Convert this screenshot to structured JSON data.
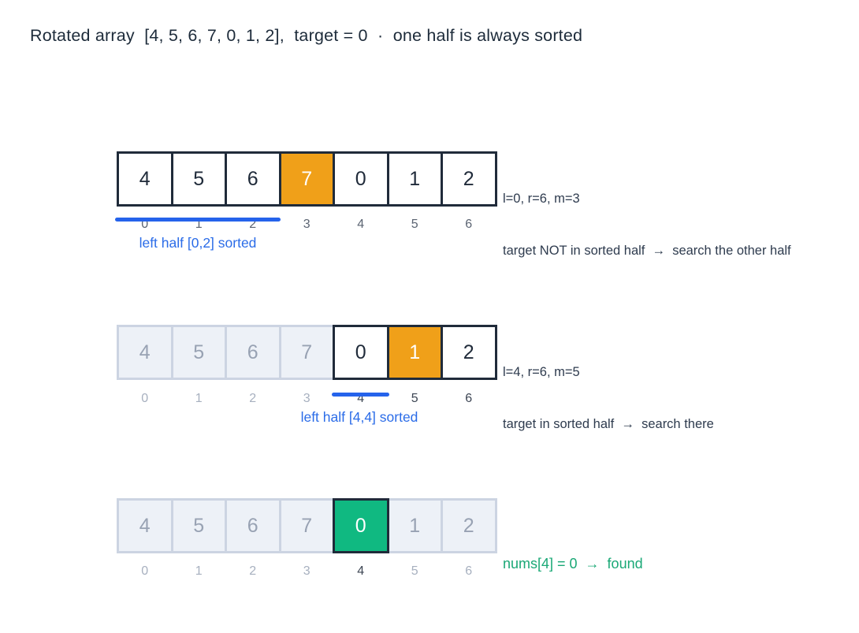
{
  "title": "Rotated array  [4, 5, 6, 7, 0, 1, 2],  target = 0  ·  one half is always sorted",
  "array": [
    4,
    5,
    6,
    7,
    0,
    1,
    2
  ],
  "target": "0",
  "colors": {
    "highlight_orange": "#f0a019",
    "highlight_green": "#10b981",
    "range_line_blue": "#2563eb",
    "range_label_blue": "#2b6ce8",
    "cell_border_dark": "#202b3a",
    "dim_cell_bg": "#edf1f7",
    "dim_cell_border": "#ccd4e2",
    "dim_cell_text": "#98a2b3",
    "annotation_dark": "#2e3b4e",
    "found_green": "#1aa876"
  },
  "steps": [
    {
      "cells": [
        4,
        5,
        6,
        7,
        0,
        1,
        2
      ],
      "indices": [
        0,
        1,
        2,
        3,
        4,
        5,
        6
      ],
      "highlight_index": 3,
      "underline_range": "[0,2]",
      "underline_label": "left half [0,2] sorted",
      "annotation": {
        "line1": "l=0, r=6, m=3",
        "line2": "target NOT in sorted half  →  search the other half"
      }
    },
    {
      "cells": [
        4,
        5,
        6,
        7,
        0,
        1,
        2
      ],
      "indices": [
        0,
        1,
        2,
        3,
        4,
        5,
        6
      ],
      "highlight_index": 5,
      "underline_range": "[4,4]",
      "underline_label": "left half [4,4] sorted",
      "annotation": {
        "line1": "l=4, r=6, m=5",
        "line2": "target in sorted half  →  search there"
      }
    },
    {
      "cells": [
        4,
        5,
        6,
        7,
        0,
        1,
        2
      ],
      "indices": [
        0,
        1,
        2,
        3,
        4,
        5,
        6
      ],
      "highlight_index": 4,
      "annotation": {
        "line1": "nums[4] = 0  →  found"
      }
    }
  ]
}
